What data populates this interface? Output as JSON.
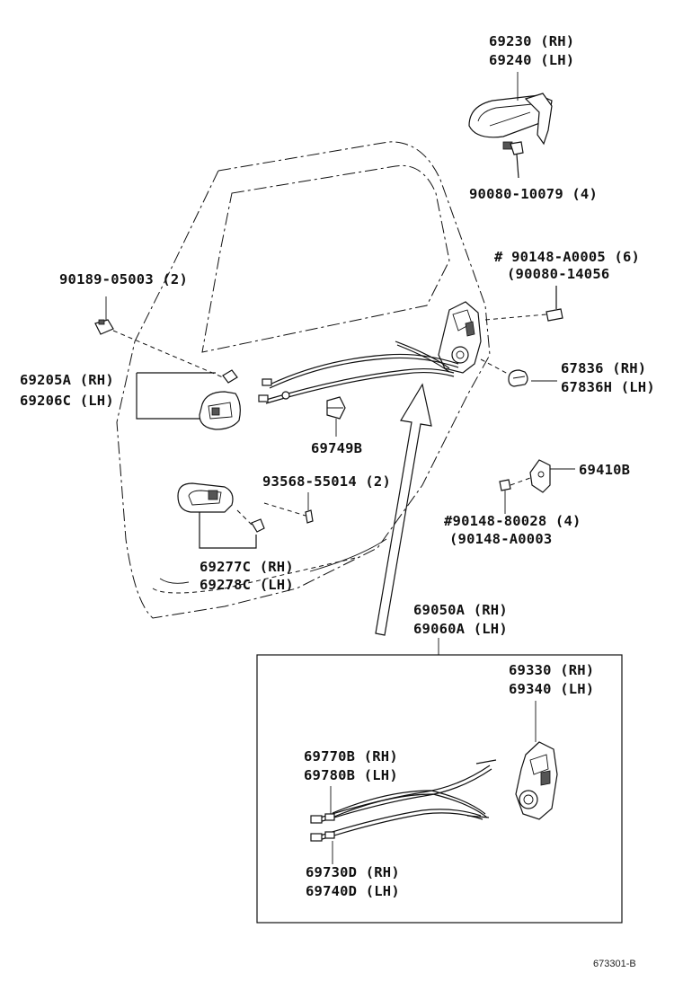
{
  "labels": {
    "outside_handle_rh": "69230 (RH)",
    "outside_handle_lh": "69240 (LH)",
    "outside_handle_bolt": "90080-10079 (4)",
    "lock_screw_hash": "# 90148-A0005 (6)",
    "lock_screw_alt": "(90080-14056",
    "door_panel_clip": "90189-05003 (2)",
    "inside_handle_rh": "69205A (RH)",
    "inside_handle_lh": "69206C (LH)",
    "striker_rh": "67836 (RH)",
    "striker_lh": "67836H (LH)",
    "cable_clip": "69749B",
    "lock_cover": "69410B",
    "handle_screw": "93568-55014 (2)",
    "cover_screw_hash": "#90148-80028 (4)",
    "cover_screw_alt": "(90148-A0003",
    "bezel_rh": "69277C (RH)",
    "bezel_lh": "69278C (LH)",
    "lock_assy_rh": "69050A (RH)",
    "lock_assy_lh": "69060A (LH)",
    "lock_rh": "69330 (RH)",
    "lock_lh": "69340 (LH)",
    "cable_a_rh": "69770B (RH)",
    "cable_a_lh": "69780B (LH)",
    "cable_b_rh": "69730D (RH)",
    "cable_b_lh": "69740D (LH)",
    "figure_code": "673301-B"
  },
  "icons": [
    "door-outline",
    "outside-handle",
    "door-lock",
    "inside-handle",
    "handle-bezel",
    "striker",
    "lock-cover",
    "cable-clip",
    "screw",
    "clip",
    "cable"
  ]
}
